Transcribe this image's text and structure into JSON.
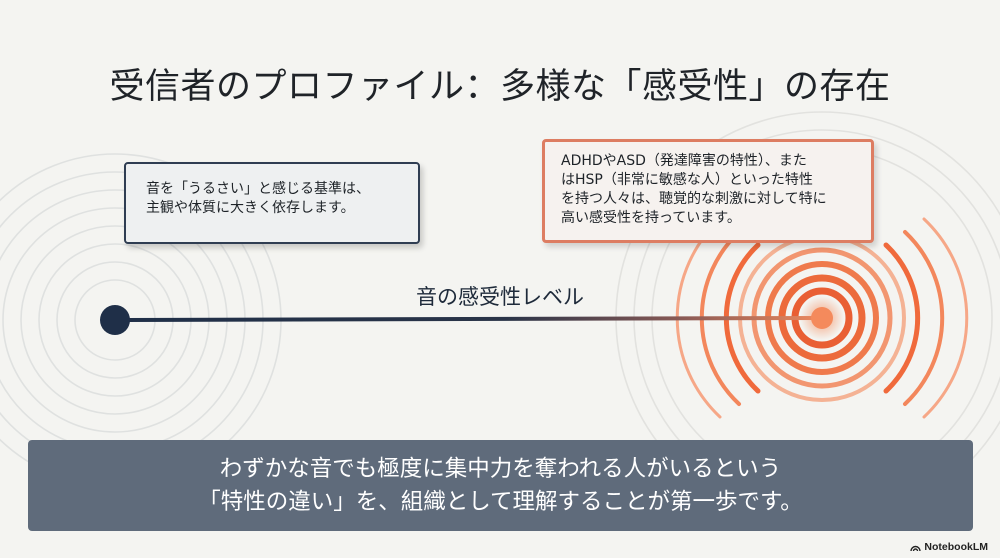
{
  "title": "受信者のプロファイル：多様な「感受性」の存在",
  "left_note": {
    "lines": [
      "音を「うるさい」と感じる基準は、",
      "主観や体質に大きく依存します。"
    ]
  },
  "right_note": {
    "lines": [
      "ADHDやASD（発達障害の特性）、また",
      "はHSP（非常に敏感な人）といった特性",
      "を持つ人々は、聴覚的な刺激に対して特に",
      "高い感受性を持っています。"
    ]
  },
  "scale": {
    "label": "音の感受性レベル"
  },
  "banner": {
    "lines": [
      "わずかな音でも極度に集中力を奪われる人がいるという",
      "「特性の違い」を、組織として理解することが第一歩です。"
    ]
  },
  "watermark": {
    "text": "NotebookLM",
    "icon": "notebooklm-logo-icon"
  },
  "colors": {
    "dark": "#1f2f48",
    "accent": "#e8603a",
    "accent_light": "#f5b49a",
    "banner": "#5f6b7b"
  }
}
